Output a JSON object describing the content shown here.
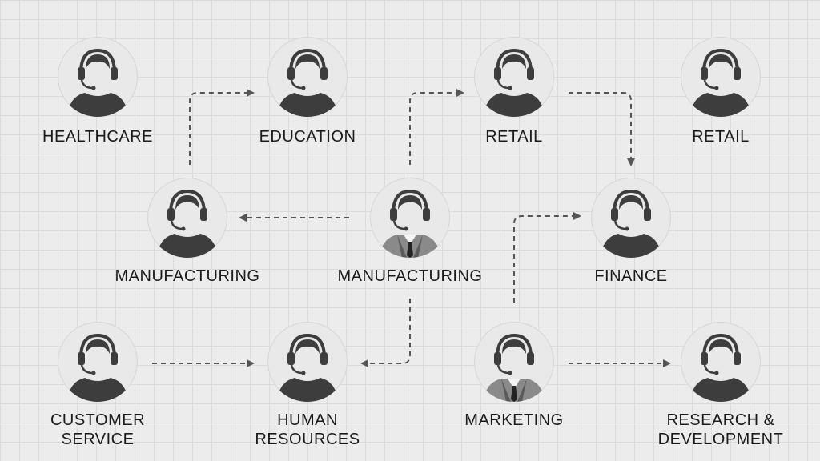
{
  "diagram": {
    "nodes": [
      {
        "id": "healthcare",
        "label": "HEALTHCARE",
        "attire": "casual"
      },
      {
        "id": "education",
        "label": "EDUCATION",
        "attire": "casual"
      },
      {
        "id": "retail-1",
        "label": "RETAIL",
        "attire": "casual"
      },
      {
        "id": "retail-2",
        "label": "RETAIL",
        "attire": "casual"
      },
      {
        "id": "manufacturing-1",
        "label": "MANUFACTURING",
        "attire": "casual"
      },
      {
        "id": "manufacturing-2",
        "label": "MANUFACTURING",
        "attire": "suit"
      },
      {
        "id": "finance",
        "label": "FINANCE",
        "attire": "casual"
      },
      {
        "id": "customer-service",
        "label": "CUSTOMER\nSERVICE",
        "attire": "casual"
      },
      {
        "id": "human-resources",
        "label": "HUMAN\nRESOURCES",
        "attire": "casual"
      },
      {
        "id": "marketing",
        "label": "MARKETING",
        "attire": "suit"
      },
      {
        "id": "research-development",
        "label": "RESEARCH &\nDEVELOPMENT",
        "attire": "casual"
      }
    ],
    "edges": [
      {
        "from": "manufacturing-1",
        "to": "education",
        "style": "dashed"
      },
      {
        "from": "manufacturing-2",
        "to": "retail-1",
        "style": "dashed"
      },
      {
        "from": "retail-1",
        "to": "finance",
        "style": "dashed"
      },
      {
        "from": "manufacturing-2",
        "to": "manufacturing-1",
        "style": "dashed"
      },
      {
        "from": "marketing",
        "to": "finance",
        "style": "dashed"
      },
      {
        "from": "customer-service",
        "to": "human-resources",
        "style": "dashed"
      },
      {
        "from": "human-resources",
        "to": "manufacturing-2",
        "style": "dashed"
      },
      {
        "from": "marketing",
        "to": "research-development",
        "style": "dashed"
      }
    ],
    "colors": {
      "icon": "#3d3d3d",
      "suit": "#8a8a8a",
      "line": "#555555",
      "label": "#1b1b1b",
      "circle": "#e9e9e9"
    },
    "icon": "headset-person-icon"
  }
}
